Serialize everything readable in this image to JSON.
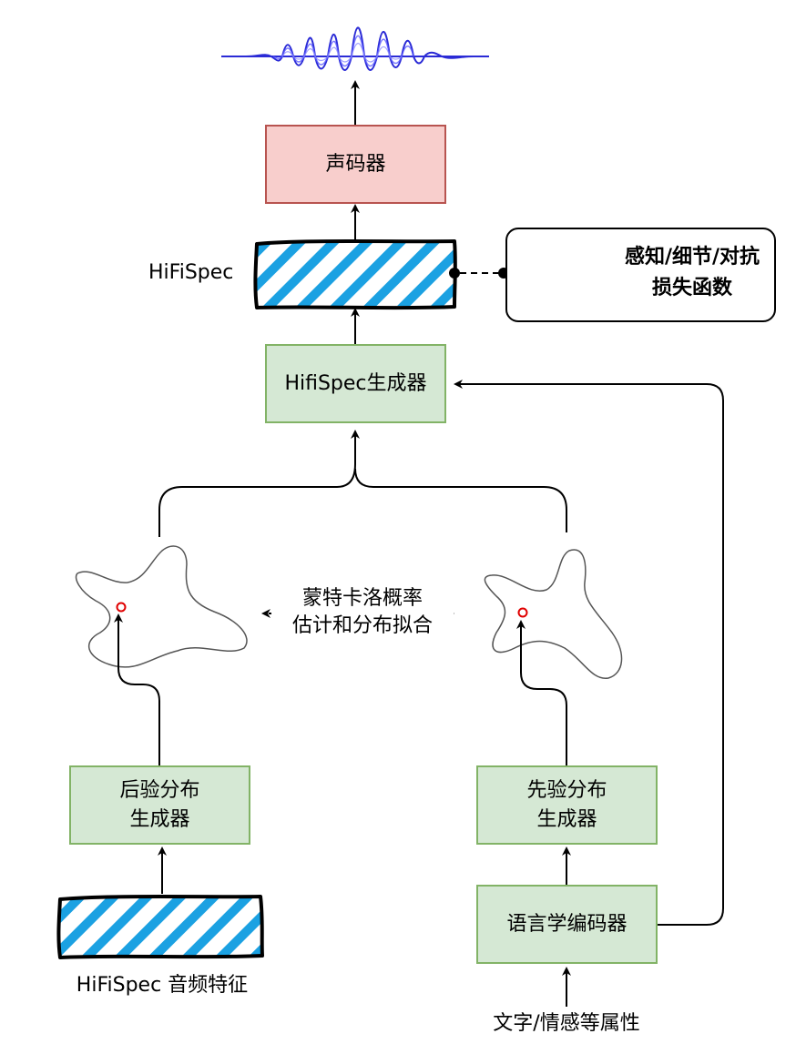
{
  "nodes": {
    "vocoder": "声码器",
    "hifispec_label": "HiFiSpec",
    "generator": "HifiSpec生成器",
    "loss_line1": "感知/细节/对抗",
    "loss_line2": "损失函数",
    "posterior_line1": "后验分布",
    "posterior_line2": "生成器",
    "prior_line1": "先验分布",
    "prior_line2": "生成器",
    "linguistic_encoder": "语言学编码器",
    "monte_carlo_line1": "蒙特卡洛概率",
    "monte_carlo_line2": "估计和分布拟合",
    "audio_features": "HiFiSpec 音频特征",
    "text_input": "文字/情感等属性"
  },
  "colors": {
    "green_fill": "#d5e8d4",
    "green_border": "#82b366",
    "red_fill": "#f8cecc",
    "red_border": "#b85450",
    "hatch_blue": "#1ba1e2",
    "wave_blue": "#2b2bd6",
    "sample_point": "#e00000",
    "gear_gold": "#e8b030"
  },
  "icons": [
    "waveform-icon",
    "gear-icon",
    "distribution-blob-icon"
  ]
}
